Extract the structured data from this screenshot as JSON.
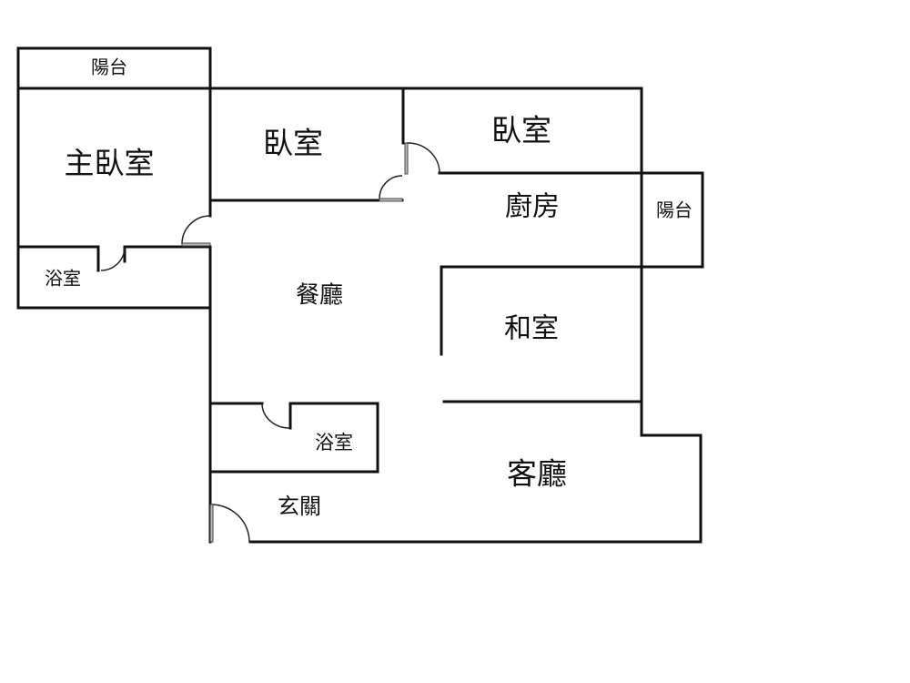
{
  "floor_plan": {
    "rooms": [
      {
        "id": "balcony-top-left",
        "label": "陽台"
      },
      {
        "id": "master-bedroom",
        "label": "主臥室"
      },
      {
        "id": "bedroom-1",
        "label": "臥室"
      },
      {
        "id": "bedroom-2",
        "label": "臥室"
      },
      {
        "id": "kitchen",
        "label": "廚房"
      },
      {
        "id": "balcony-right",
        "label": "陽台"
      },
      {
        "id": "bathroom-master",
        "label": "浴室"
      },
      {
        "id": "dining-room",
        "label": "餐廳"
      },
      {
        "id": "japanese-room",
        "label": "和室"
      },
      {
        "id": "bathroom-2",
        "label": "浴室"
      },
      {
        "id": "living-room",
        "label": "客廳"
      },
      {
        "id": "entrance",
        "label": "玄關"
      }
    ]
  }
}
